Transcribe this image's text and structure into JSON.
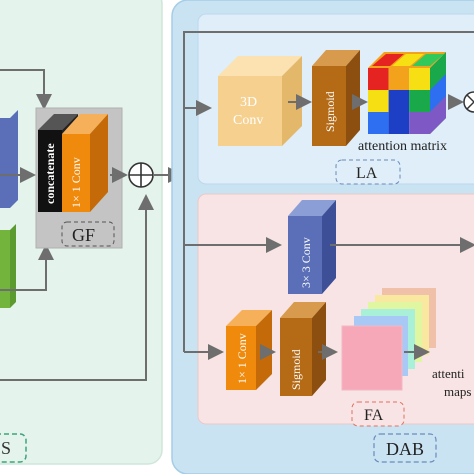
{
  "panels": {
    "left_section_label": "S",
    "dab_label": "DAB",
    "la_label": "LA",
    "fa_label": "FA",
    "gf_label": "GF"
  },
  "blocks": {
    "concatenate": "concatenate",
    "gf_conv": "1× 1 Conv",
    "la_conv3d_line1": "3D",
    "la_conv3d_line2": "Conv",
    "la_sigmoid": "Sigmoid",
    "attention_matrix": "attention matrix",
    "conv3x3": "3× 3 Conv",
    "fa_conv": "1× 1 Conv",
    "fa_sigmoid": "Sigmoid",
    "attention_maps_line1": "attenti",
    "attention_maps_line2": "maps"
  },
  "colors": {
    "left_bg": "#e4f4ec",
    "dab_bg": "#c9e3f3",
    "la_bg": "#dfeef9",
    "fa_bg": "#f8e4e4",
    "gf_bg": "#c4c4c4",
    "arrow": "#6e6e6e",
    "conv_orange": "#ef8a0c",
    "sigmoid_brown": "#b56a16",
    "conv3d_tan": "#f5d08f",
    "conv_blue": "#5b6fb8",
    "green": "#73b43c",
    "label_box_border": "#e07060",
    "dab_label_border": "#6a8ab8"
  },
  "attention_cube_colors": [
    "#e52421",
    "#f3a21b",
    "#1d3fc6",
    "#f6e014",
    "#19a84a",
    "#7e58c4",
    "#2e6ef0",
    "#32c85a",
    "#f0e03a"
  ],
  "attention_map_colors": [
    "#f6a8b8",
    "#a8c8f6",
    "#a8f0d8",
    "#e0f6a0",
    "#f8e8a0",
    "#f0c0a8"
  ]
}
